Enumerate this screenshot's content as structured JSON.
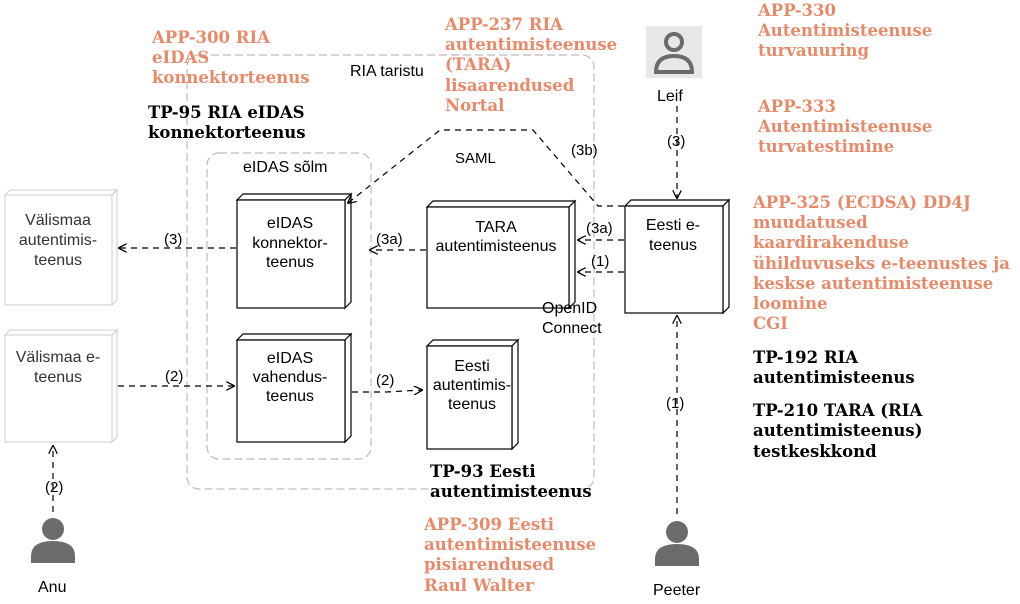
{
  "annotations": {
    "app300": [
      "APP-300 RIA",
      "eIDAS",
      "konnektorteenus"
    ],
    "tp95": [
      "TP-95 RIA eIDAS",
      "konnektorteenus"
    ],
    "app237": [
      "APP-237 RIA",
      "autentimisteenuse",
      "(TARA)",
      "lisaarendused",
      "Nortal"
    ],
    "app330": [
      "APP-330",
      "Autentimisteenuse",
      "turvauuring"
    ],
    "app333": [
      "APP-333",
      "Autentimisteenuse",
      "turvatestimine"
    ],
    "app325": [
      "APP-325 (ECDSA) DD4J",
      "muudatused",
      "kaardirakenduse",
      "ühilduvuseks e-teenustes ja",
      "keskse autentimisteenuse",
      "loomine",
      "CGI"
    ],
    "tp192": [
      "TP-192 RIA",
      "autentimisteenus"
    ],
    "tp210": [
      "TP-210 TARA (RIA",
      "autentimisteenus)",
      "testkeskkond"
    ],
    "tp93": [
      "TP-93 Eesti",
      "autentimisteenus"
    ],
    "app309": [
      "APP-309 Eesti",
      "autentimisteenuse",
      "pisiarendused",
      "Raul Walter"
    ]
  },
  "groups": {
    "ria": "RIA taristu",
    "eidas": "eIDAS sõlm"
  },
  "nodes": {
    "foreign_auth": [
      "Välismaa",
      "autentimis-",
      "teenus"
    ],
    "foreign_eservice": [
      "Välismaa e-",
      "teenus"
    ],
    "eidas_connector": [
      "eIDAS",
      "konnektor-",
      "teenus"
    ],
    "eidas_proxy": [
      "eIDAS",
      "vahendus-",
      "teenus"
    ],
    "tara": [
      "TARA",
      "autentimisteenus"
    ],
    "eesti_auth": [
      "Eesti",
      "autentimis-",
      "teenus"
    ],
    "eesti_eservice": [
      "Eesti e-",
      "teenus"
    ]
  },
  "people": {
    "leif": "Leif",
    "anu": "Anu",
    "peeter": "Peeter"
  },
  "edge_labels": {
    "foreign_auth_3": "(3)",
    "connector_3a": "(3a)",
    "tara_3a": "(3a)",
    "tara_1": "(1)",
    "saml": "SAML",
    "saml_3b": "(3b)",
    "leif_3": "(3)",
    "proxy_2": "(2)",
    "foreign_2": "(2)",
    "anu_2": "(2)",
    "peeter_1": "(1)",
    "openid": [
      "OpenID",
      "Connect"
    ]
  },
  "colors": {
    "annotation_orange": "#e88a6a",
    "annotation_black": "#000000",
    "person_gray": "#6b6b6b",
    "group_border": "#bbbbbb"
  }
}
